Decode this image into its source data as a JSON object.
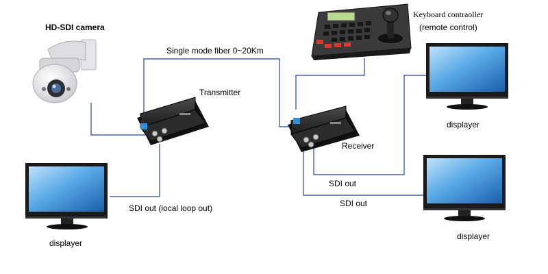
{
  "labels": {
    "camera": "HD-SDI camera",
    "fiber": "Single mode fiber 0~20Km",
    "transmitter": "Transmitter",
    "receiver": "Receiver",
    "keyboard_title": "Keyboard contraoller",
    "keyboard_sub": "(remote control)",
    "sdi_local": "SDI out (local loop out)",
    "sdi_out_1": "SDI out",
    "sdi_out_2": "SDI out",
    "displayer_left": "displayer",
    "displayer_top_right": "displayer",
    "displayer_bottom_right": "displayer"
  },
  "colors": {
    "cable": "#2b3f9e",
    "device_body": "#2a2a2a",
    "monitor_frame": "#1a1a1a",
    "screen_top": "#9fd0f2",
    "screen_bottom": "#1e6bb8",
    "fiber_connector": "#2f8fd8"
  },
  "icons": [
    "camera-icon",
    "transmitter-icon",
    "receiver-icon",
    "keyboard-controller-icon",
    "monitor-icon"
  ]
}
